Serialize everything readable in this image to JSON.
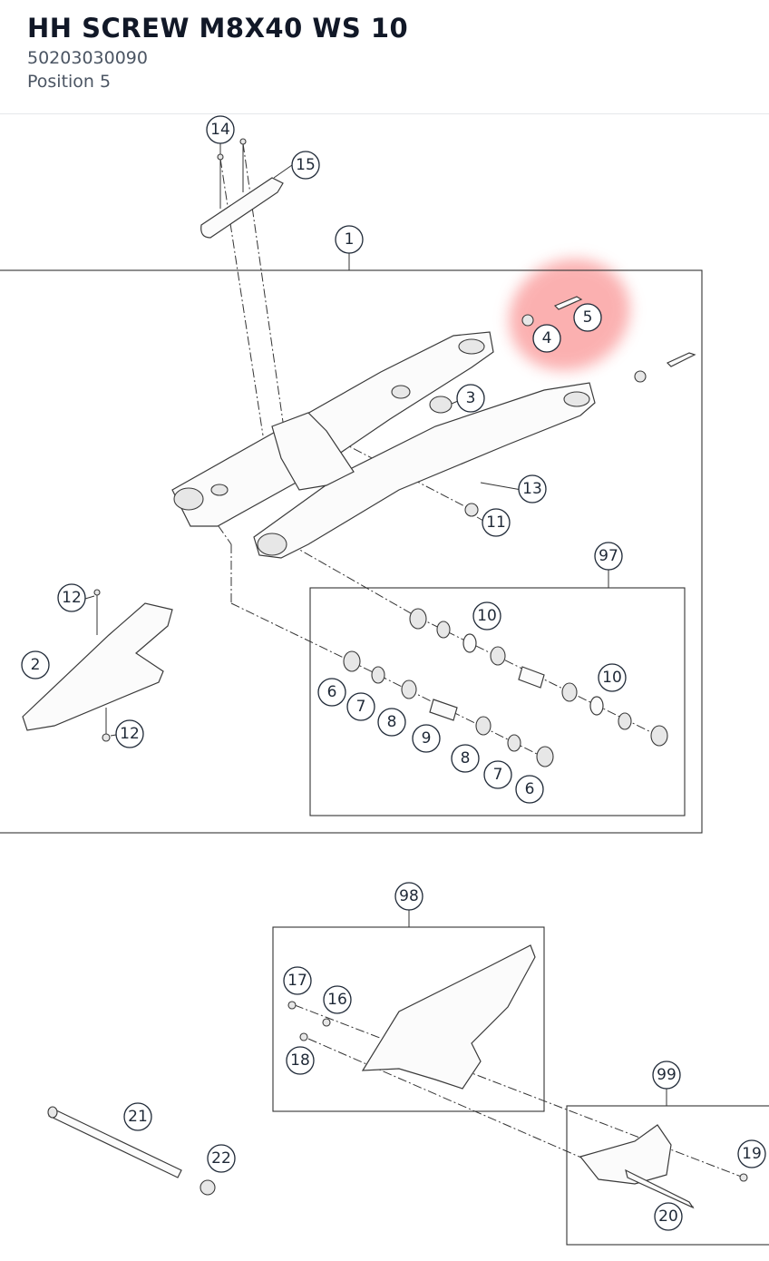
{
  "header": {
    "title": "HH SCREW M8X40 WS 10",
    "part_number": "50203030090",
    "position": "Position 5"
  },
  "diagram": {
    "highlight_color": "#f87171",
    "callouts": {
      "c1": "1",
      "c2": "2",
      "c3": "3",
      "c4": "4",
      "c5": "5",
      "c6a": "6",
      "c6b": "6",
      "c7a": "7",
      "c7b": "7",
      "c8a": "8",
      "c8b": "8",
      "c9": "9",
      "c10a": "10",
      "c10b": "10",
      "c11": "11",
      "c12a": "12",
      "c12b": "12",
      "c13": "13",
      "c14": "14",
      "c15": "15",
      "c16": "16",
      "c17": "17",
      "c18": "18",
      "c19": "19",
      "c20": "20",
      "c21": "21",
      "c22": "22",
      "c97": "97",
      "c98": "98",
      "c99": "99"
    }
  }
}
